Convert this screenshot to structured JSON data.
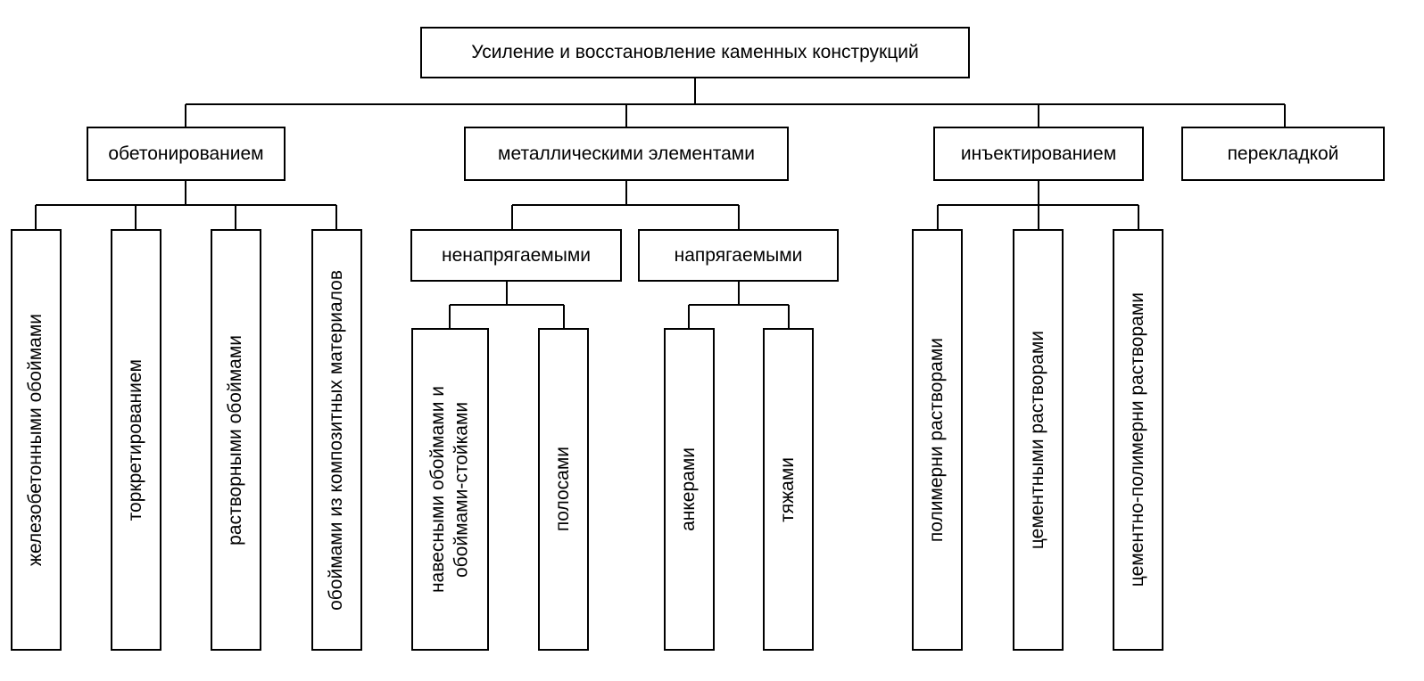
{
  "root": "Усиление и восстановление каменных конструкций",
  "categories": {
    "concrete": "обетонированием",
    "metal": "металлическими элементами",
    "injection": "инъектированием",
    "lintel": "перекладкой"
  },
  "metal_sub": {
    "unstressed": "ненапрягаемыми",
    "stressed": "напрягаемыми"
  },
  "leaves": {
    "concrete": [
      "железобетонными обоймами",
      "торкретированием",
      "растворными обоймами",
      "обоймами из композитных материалов"
    ],
    "unstressed": [
      "навесными обоймами и",
      "обоймами-стойками",
      "полосами"
    ],
    "stressed": [
      "анкерами",
      "тяжами"
    ],
    "injection": [
      "полимерни растворами",
      "цементными растворами",
      "цементно-полимерни растворами"
    ]
  }
}
